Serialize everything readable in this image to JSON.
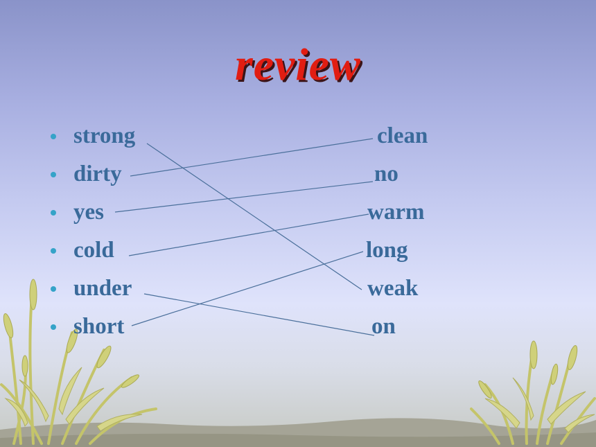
{
  "slide": {
    "title": "review",
    "left_words": [
      "strong",
      "dirty",
      "yes",
      "cold",
      "under",
      "short"
    ],
    "right_words": [
      "clean",
      "no",
      "warm",
      "long",
      "weak",
      "on"
    ],
    "colors": {
      "title": "#e11d12",
      "words": "#3a6a9a",
      "bullets": "#35a3c8",
      "lines": "#4a6f9a",
      "grass": "#c8c86a"
    },
    "icons": [
      "grass-left-icon",
      "grass-right-icon"
    ]
  }
}
